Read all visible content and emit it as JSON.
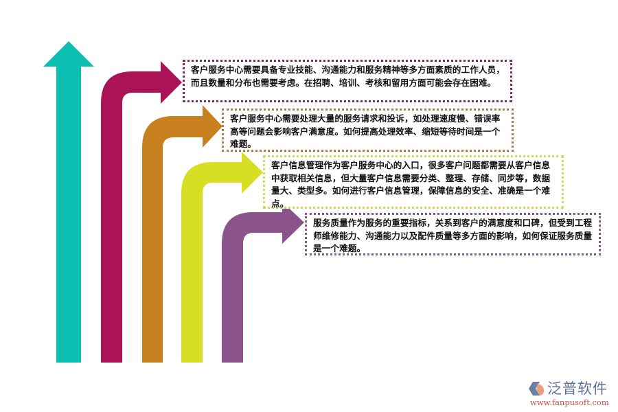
{
  "diagram": {
    "type": "ascending-arrows",
    "arrows": [
      {
        "name": "teal-arrow",
        "color": "#0dbfb1",
        "direction": "up"
      },
      {
        "name": "magenta-arrow",
        "color": "#ab1357",
        "direction": "up-right",
        "points_to": "box1"
      },
      {
        "name": "orange-arrow",
        "color": "#c98021",
        "direction": "up-right",
        "points_to": "box2"
      },
      {
        "name": "yellow-arrow",
        "color": "#d6df23",
        "direction": "up-right",
        "points_to": "box3"
      },
      {
        "name": "purple-arrow",
        "color": "#8a538b",
        "direction": "up-right",
        "points_to": "box4"
      }
    ],
    "boxes": [
      {
        "id": "box1",
        "border_color": "#7a2a5e",
        "text": "客户服务中心需要具备专业技能、沟通能力和服务精神等多方面素质的工作人员，而且数量和分布也需要考虑。在招聘、培训、考核和留用方面可能会存在困难。"
      },
      {
        "id": "box2",
        "border_color": "#a4814a",
        "text": "客户服务中心需要处理大量的服务请求和投诉，如处理速度慢、错误率高等问题会影响客户满意度。如何提高处理效率、缩短等待时间是一个难题。"
      },
      {
        "id": "box3",
        "border_color": "#d6d45a",
        "text": "客户信息管理作为客户服务中心的入口，很多客户问题都需要从客户信息中获取相关信息，但大量客户信息需要分类、整理、存储、同步等，数据量大、类型多。如何进行客户信息管理，保障信息的安全、准确是一个难点。"
      },
      {
        "id": "box4",
        "border_color": "#7d5a87",
        "text": "服务质量作为服务的重要指标，关系到客户的满意度和口碑，但受到工程师维修能力、沟通能力以及配件质量等多方面的影响，如何保证服务质量是一个难题。"
      }
    ]
  },
  "logo": {
    "icon": "fanpu-logo-icon",
    "name": "泛普软件",
    "url": "www.fanpusoft.com",
    "name_color": "#5c6f90",
    "url_color": "#c0504d"
  }
}
